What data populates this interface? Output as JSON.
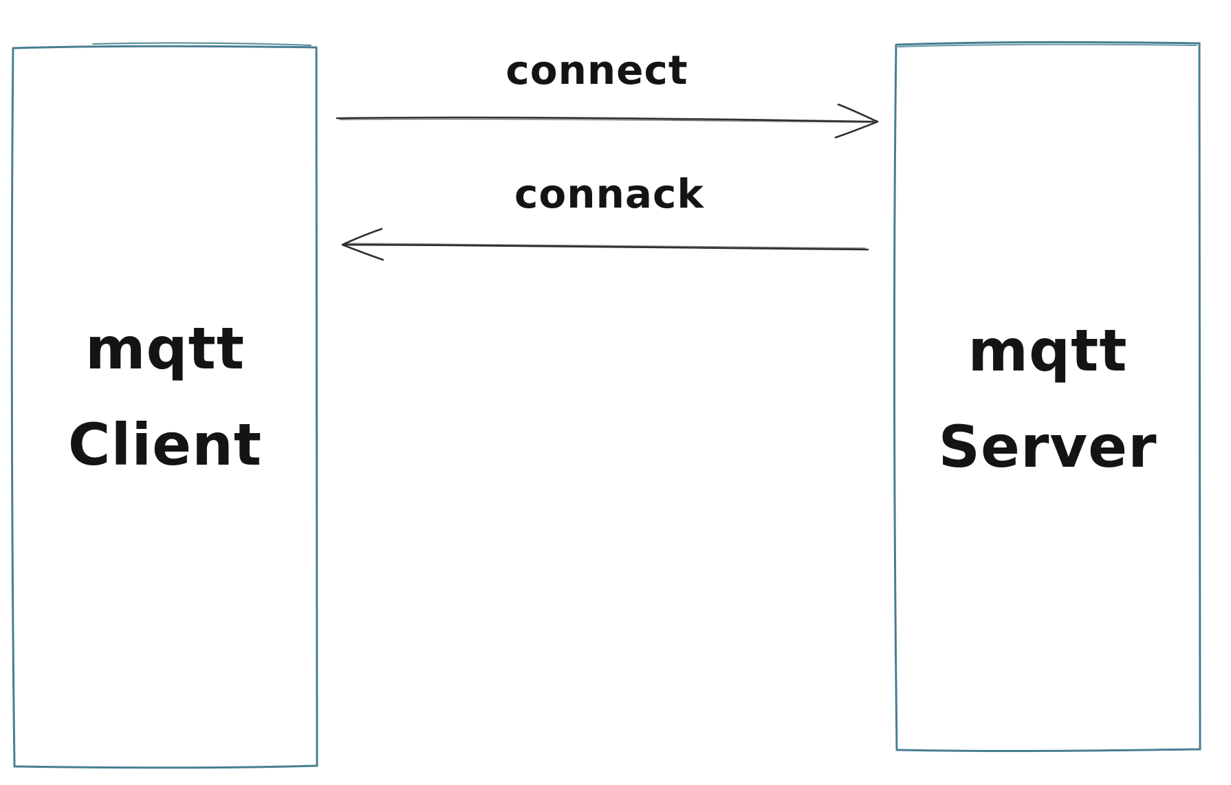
{
  "diagram": {
    "type": "sequence-sketch",
    "entities": [
      {
        "id": "client",
        "line1": "mqtt",
        "line2": "Client"
      },
      {
        "id": "server",
        "line1": "mqtt",
        "line2": "Server"
      }
    ],
    "messages": [
      {
        "label": "connect",
        "from": "client",
        "to": "server",
        "direction": "right"
      },
      {
        "label": "connack",
        "from": "server",
        "to": "client",
        "direction": "left"
      }
    ],
    "colors": {
      "background": "#ffffff",
      "box_border": "#477d92",
      "arrow_stroke": "#2f2f2f",
      "text": "#141414"
    }
  }
}
